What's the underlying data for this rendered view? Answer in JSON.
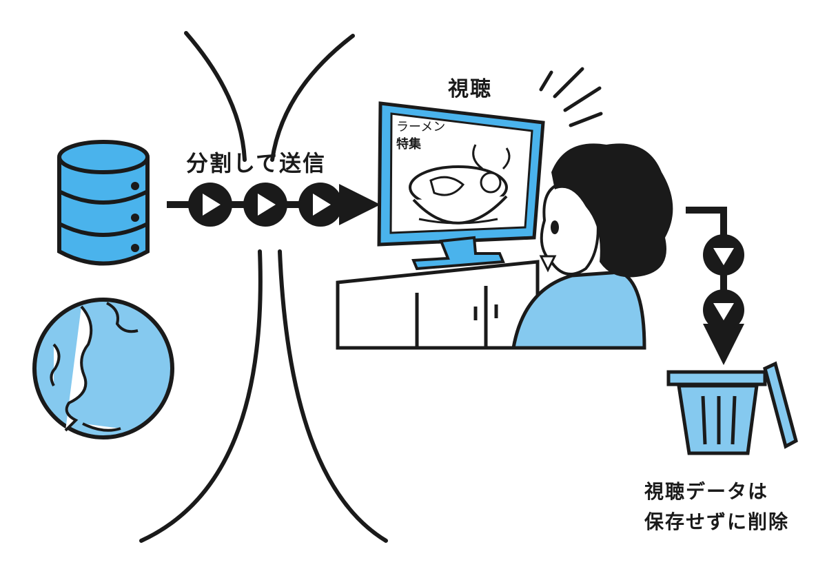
{
  "labels": {
    "send": "分割して送信",
    "view": "視聴",
    "delete_line1": "視聴データは",
    "delete_line2": "保存せずに削除"
  },
  "tv_screen": {
    "line1": "ラーメン",
    "line2": "特集"
  },
  "colors": {
    "ink": "#1a1a1a",
    "blue": "#4ab3ec",
    "light_blue": "#85c9ef",
    "white": "#ffffff"
  },
  "icons": [
    "database-icon",
    "globe-icon",
    "play-icon",
    "television-icon",
    "person-icon",
    "trash-can-icon",
    "arrow-icon"
  ]
}
